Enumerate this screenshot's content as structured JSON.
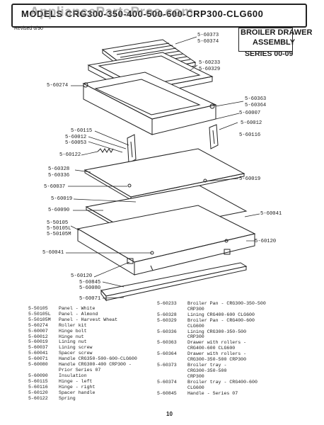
{
  "header": {
    "model_line": "MODELS CRG300-350-400-500-600-CRP300-CLG600",
    "watermark": "AppliancePartsPros.com",
    "revised": "Revised 6/90",
    "title_line1": "BROILER DRAWER",
    "title_line2": "ASSEMBLY",
    "series": "SERIES 00-09"
  },
  "callouts": [
    "5-60373",
    "5-60374",
    "5-60233",
    "5-60329",
    "5-60274",
    "5-60363",
    "5-60364",
    "5-60007",
    "5-60012",
    "5-60115",
    "5-60116",
    "5-60012",
    "5-60053",
    "5-60122",
    "5-60328",
    "5-60336",
    "5-60019",
    "5-60037",
    "5-60019",
    "5-60090",
    "5-60041",
    "5-50105",
    "5-50105L",
    "5-50105M",
    "5-60120",
    "5-60041",
    "5-60120",
    "5-60845",
    "5-60080",
    "5-60071"
  ],
  "legend_left": [
    {
      "part": "5-50105",
      "desc": "Panel - White"
    },
    {
      "part": "5-50105L",
      "desc": "Panel - Almond"
    },
    {
      "part": "5-50105M",
      "desc": "Panel - Harvest Wheat"
    },
    {
      "part": "5-60274",
      "desc": "Roller kit"
    },
    {
      "part": "5-60007",
      "desc": "Hinge bolt"
    },
    {
      "part": "5-60012",
      "desc": "Hinge nut"
    },
    {
      "part": "5-60019",
      "desc": "Lining nut"
    },
    {
      "part": "5-60037",
      "desc": "Lining screw"
    },
    {
      "part": "5-60041",
      "desc": "Spacer screw"
    },
    {
      "part": "5-60071",
      "desc": "Handle CRG350-500-600-CLG600"
    },
    {
      "part": "5-60080",
      "desc": "Handle CRG300-400 CRP300 -"
    },
    {
      "part": "",
      "desc": "Prior Series 07"
    },
    {
      "part": "5-60090",
      "desc": "Insulation"
    },
    {
      "part": "5-60115",
      "desc": "Hinge - left"
    },
    {
      "part": "5-60116",
      "desc": "Hinge - right"
    },
    {
      "part": "5-60120",
      "desc": "Spacer handle"
    },
    {
      "part": "5-60122",
      "desc": "Spring"
    }
  ],
  "legend_right": [
    {
      "part": "5-60233",
      "desc": "Broiler Pan - CRG300-350-500"
    },
    {
      "part": "",
      "desc": "CRP300"
    },
    {
      "part": "5-60328",
      "desc": "Lining CRG400-600 CLG600"
    },
    {
      "part": "5-60329",
      "desc": "Broiler Pan - CRG400-600"
    },
    {
      "part": "",
      "desc": "CLG600"
    },
    {
      "part": "5-60336",
      "desc": "Lining CRG300-350-500"
    },
    {
      "part": "",
      "desc": "CRP300"
    },
    {
      "part": "5-60363",
      "desc": "Drawer with rollers -"
    },
    {
      "part": "",
      "desc": "CRG400-600 CLG600"
    },
    {
      "part": "5-60364",
      "desc": "Drawer with rollers -"
    },
    {
      "part": "",
      "desc": "CRG300-350-500 CRP300"
    },
    {
      "part": "5-60373",
      "desc": "Broiler tray -"
    },
    {
      "part": "",
      "desc": "CRG300-350-500"
    },
    {
      "part": "",
      "desc": "CRP300"
    },
    {
      "part": "5-60374",
      "desc": "Broiler tray - CRG400-600"
    },
    {
      "part": "",
      "desc": "CLG600"
    },
    {
      "part": "5-60845",
      "desc": "Handle - Series 07"
    }
  ],
  "page_number": "10"
}
